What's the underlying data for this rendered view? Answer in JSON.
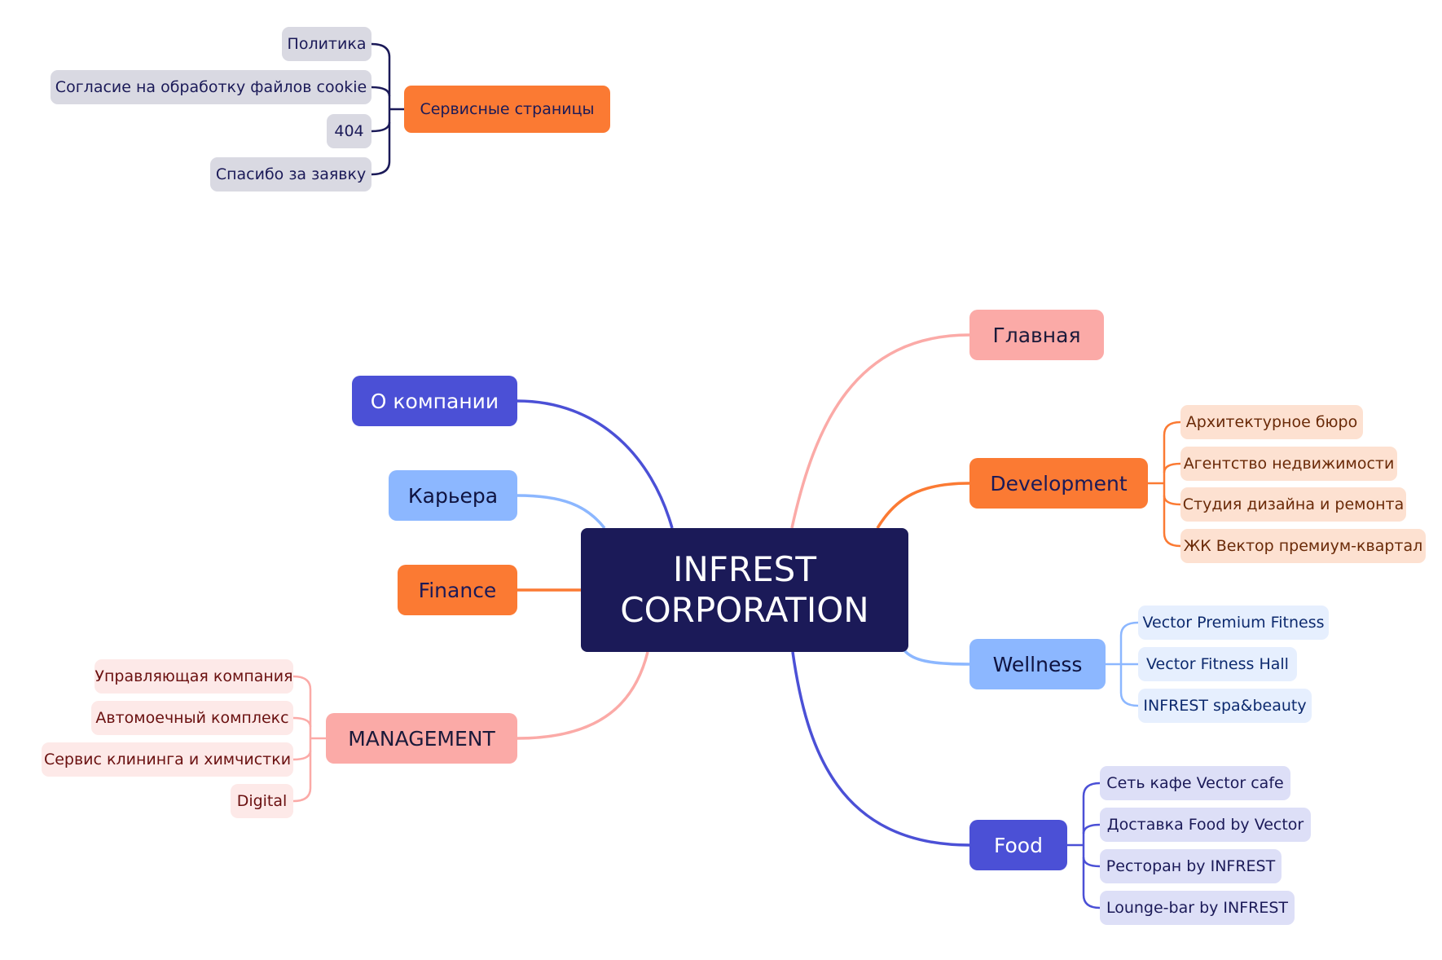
{
  "root": {
    "line1": "INFREST",
    "line2": "CORPORATION"
  },
  "colors": {
    "root_bg": "#1b1a58",
    "orange": "#fb7a33",
    "blue": "#4b50d6",
    "light_blue": "#8cb7ff",
    "pink": "#fbaaa7",
    "grey_chip": "#d9d9e2",
    "peach_chip": "#fde1d1",
    "ice_chip": "#e6effe",
    "lavender_chip": "#dddff7",
    "rose_chip": "#fde9e8",
    "service_connector": "#1b1a58"
  },
  "service": {
    "label": "Сервисные страницы",
    "children": [
      "Политика",
      "Согласие на обработку файлов cookie",
      "404",
      "Спасибо за заявку"
    ]
  },
  "branches": {
    "about": {
      "label": "О компании"
    },
    "career": {
      "label": "Карьера"
    },
    "finance": {
      "label": "Finance"
    },
    "management": {
      "label": "MANAGEMENT",
      "children": [
        "Управляющая компания",
        "Автомоечный комплекс",
        "Сервис клининга и химчистки",
        "Digital"
      ]
    },
    "home": {
      "label": "Главная"
    },
    "development": {
      "label": "Development",
      "children": [
        "Архитектурное бюро",
        "Агентство недвижимости",
        "Студия дизайна и ремонта",
        "ЖК Вектор премиум-квартал"
      ]
    },
    "wellness": {
      "label": "Wellness",
      "children": [
        "Vector Premium Fitness",
        "Vector Fitness Hall",
        "INFREST spa&beauty"
      ]
    },
    "food": {
      "label": "Food",
      "children": [
        "Сеть кафе Vector cafe",
        "Доставка Food by Vector",
        "Ресторан by INFREST",
        "Lounge-bar by INFREST"
      ]
    }
  }
}
